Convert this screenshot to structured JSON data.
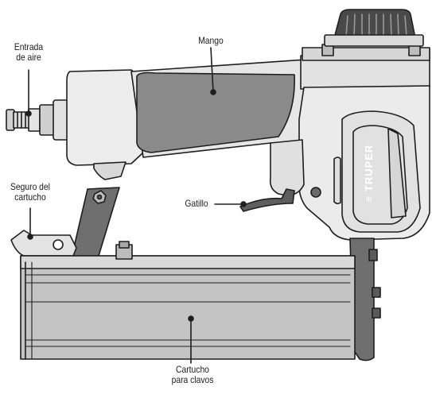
{
  "labels": {
    "air_inlet": "Entrada\nde aire",
    "handle": "Mango",
    "cartridge_lock": "Seguro del\ncartucho",
    "trigger": "Gatillo",
    "nail_cartridge": "Cartucho\npara clavos"
  },
  "brand": "TRUPER",
  "colors": {
    "outline": "#1e1e1e",
    "body_light": "#e9e9e9",
    "body_mid": "#d2d2d2",
    "grip_dark": "#8a8a8a",
    "parts_dark": "#6f6f6f",
    "cartridge": "#c4c4c4",
    "cartridge_top": "#d9d9d9",
    "cap_dark": "#4a4a4a"
  }
}
